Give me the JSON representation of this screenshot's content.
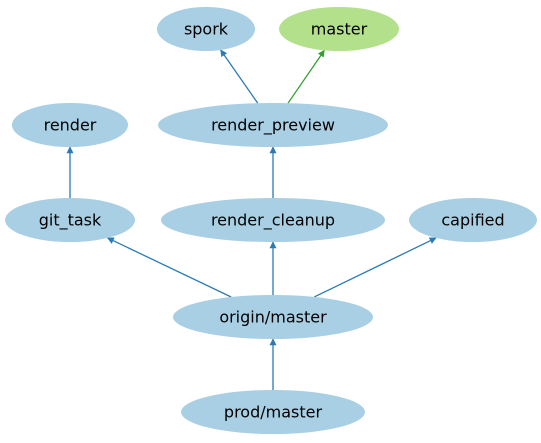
{
  "colors": {
    "node_fill": "#a8cfe3",
    "highlight_fill": "#b3e08a",
    "edge": "#2b7bb6",
    "highlight_edge": "#33a02c",
    "label": "#000000"
  },
  "nodes": [
    {
      "id": "spork",
      "label": "spork",
      "highlight": false
    },
    {
      "id": "master",
      "label": "master",
      "highlight": true
    },
    {
      "id": "render",
      "label": "render",
      "highlight": false
    },
    {
      "id": "render_preview",
      "label": "render_preview",
      "highlight": false
    },
    {
      "id": "git_task",
      "label": "git_task",
      "highlight": false
    },
    {
      "id": "render_cleanup",
      "label": "render_cleanup",
      "highlight": false
    },
    {
      "id": "capified",
      "label": "capified",
      "highlight": false
    },
    {
      "id": "origin_master",
      "label": "origin/master",
      "highlight": false
    },
    {
      "id": "prod_master",
      "label": "prod/master",
      "highlight": false
    }
  ],
  "edges": [
    {
      "from": "render_preview",
      "to": "spork",
      "highlight": false
    },
    {
      "from": "render_preview",
      "to": "master",
      "highlight": true
    },
    {
      "from": "git_task",
      "to": "render",
      "highlight": false
    },
    {
      "from": "render_cleanup",
      "to": "render_preview",
      "highlight": false
    },
    {
      "from": "origin_master",
      "to": "git_task",
      "highlight": false
    },
    {
      "from": "origin_master",
      "to": "render_cleanup",
      "highlight": false
    },
    {
      "from": "origin_master",
      "to": "capified",
      "highlight": false
    },
    {
      "from": "prod_master",
      "to": "origin_master",
      "highlight": false
    }
  ]
}
